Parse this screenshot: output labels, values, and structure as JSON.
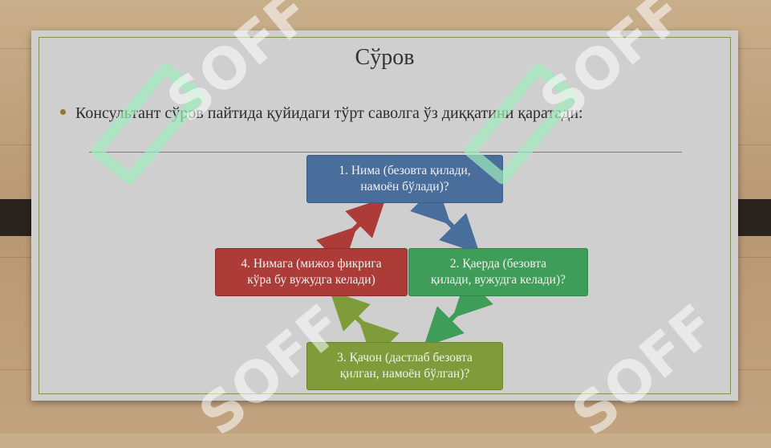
{
  "slide": {
    "title": "Сўров",
    "bullet": "Консультант сўров пайтида қуйидаги тўрт саволга ўз диққатини қаратади:"
  },
  "diagram": {
    "nodes": [
      {
        "id": "n1",
        "line1": "1. Нима (безовта қилади,",
        "line2": "намоён бўлади)?",
        "color": "#4a6e9c"
      },
      {
        "id": "n2",
        "line1": "2. Қаерда (безовта",
        "line2": "қилади, вужудга келади)?",
        "color": "#3e9d58"
      },
      {
        "id": "n3",
        "line1": "3. Қачон (дастлаб безовта",
        "line2": "қилган, намоён бўлган)?",
        "color": "#7f9b3a"
      },
      {
        "id": "n4",
        "line1": "4. Нимага (мижоз фикрига",
        "line2": "кўра бу вужудга келади)",
        "color": "#ad3b38"
      }
    ],
    "arrow_colors": {
      "n1_n2": "#4a6e9c",
      "n2_n3": "#3e9d58",
      "n3_n4": "#7f9b3a",
      "n4_n1": "#ad3b38"
    }
  },
  "watermark": {
    "text": "SOFF"
  }
}
